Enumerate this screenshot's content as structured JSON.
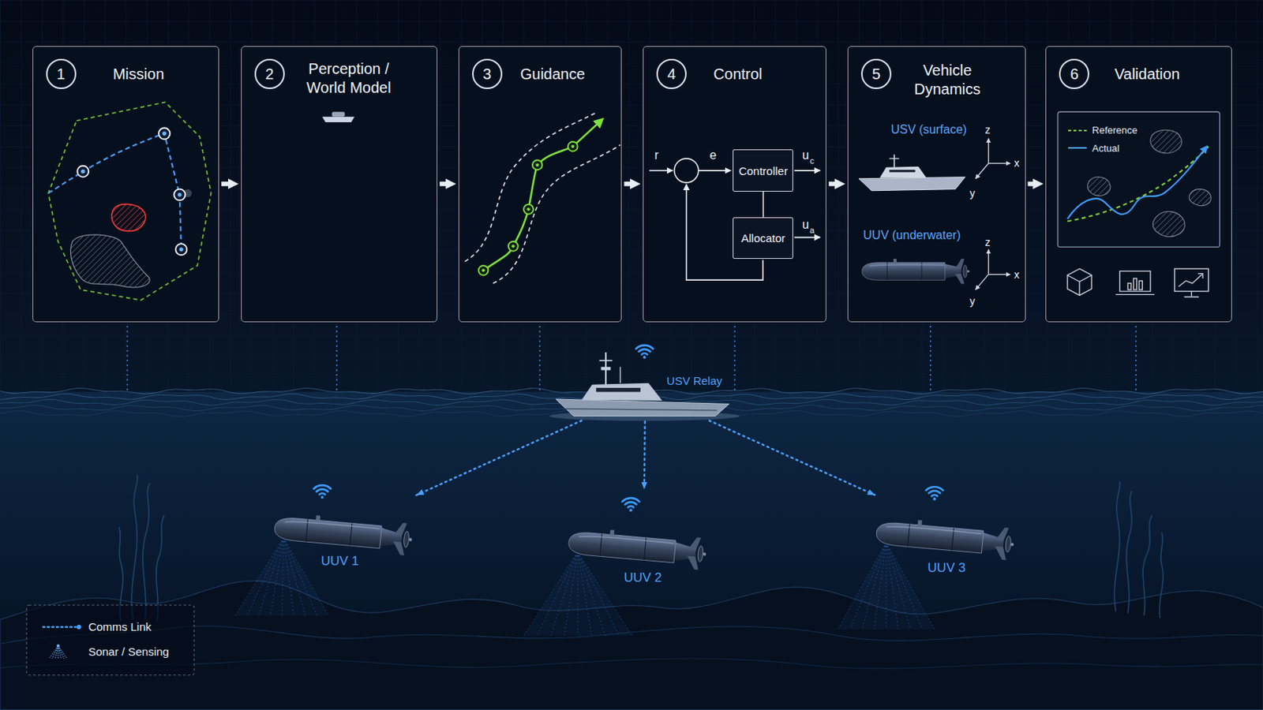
{
  "diagram": {
    "nodes": [
      {
        "text": [
          "1",
          "Mission"
        ]
      },
      {
        "text": [
          "2",
          "Perception / World Model"
        ]
      },
      {
        "text": [
          "3",
          "Guidance"
        ]
      },
      {
        "text": [
          "4",
          "Control"
        ]
      },
      {
        "text": [
          "Controller"
        ],
        "in": 3
      },
      {
        "text": [
          "Allocator"
        ],
        "in": 3
      },
      {
        "text": [
          "5",
          "Vehicle Dynamics"
        ]
      },
      {
        "text": [
          "6",
          "Validation"
        ]
      },
      {
        "text": [
          "USV Relay"
        ]
      },
      {
        "text": [
          "UUV 1"
        ]
      },
      {
        "text": [
          "UUV 2"
        ]
      },
      {
        "text": [
          "UUV 3"
        ]
      }
    ],
    "edges": [
      {
        "from": 0,
        "to": 1,
        "arrow": "to"
      },
      {
        "from": 1,
        "to": 2,
        "arrow": "to"
      },
      {
        "from": 2,
        "to": 3,
        "arrow": "to"
      },
      {
        "from": 3,
        "to": 6,
        "arrow": "to"
      },
      {
        "from": 6,
        "to": 7,
        "arrow": "to"
      },
      {
        "from": 4,
        "to": 5,
        "arrow": "none"
      },
      {
        "from": 8,
        "to": 9,
        "arrow": "to"
      },
      {
        "from": 8,
        "to": 10,
        "arrow": "to"
      },
      {
        "from": 8,
        "to": 11,
        "arrow": "to"
      }
    ],
    "labels": [
      "r",
      "e",
      "u",
      "c",
      "u",
      "a",
      "USV (surface)",
      "z",
      "x",
      "y",
      "UUV (underwater)",
      "z",
      "x",
      "y"
    ],
    "legend": [
      {
        "text": "Reference"
      },
      {
        "text": "Actual"
      },
      {
        "text": "Comms Link"
      },
      {
        "text": "Sonar / Sensing"
      }
    ]
  }
}
